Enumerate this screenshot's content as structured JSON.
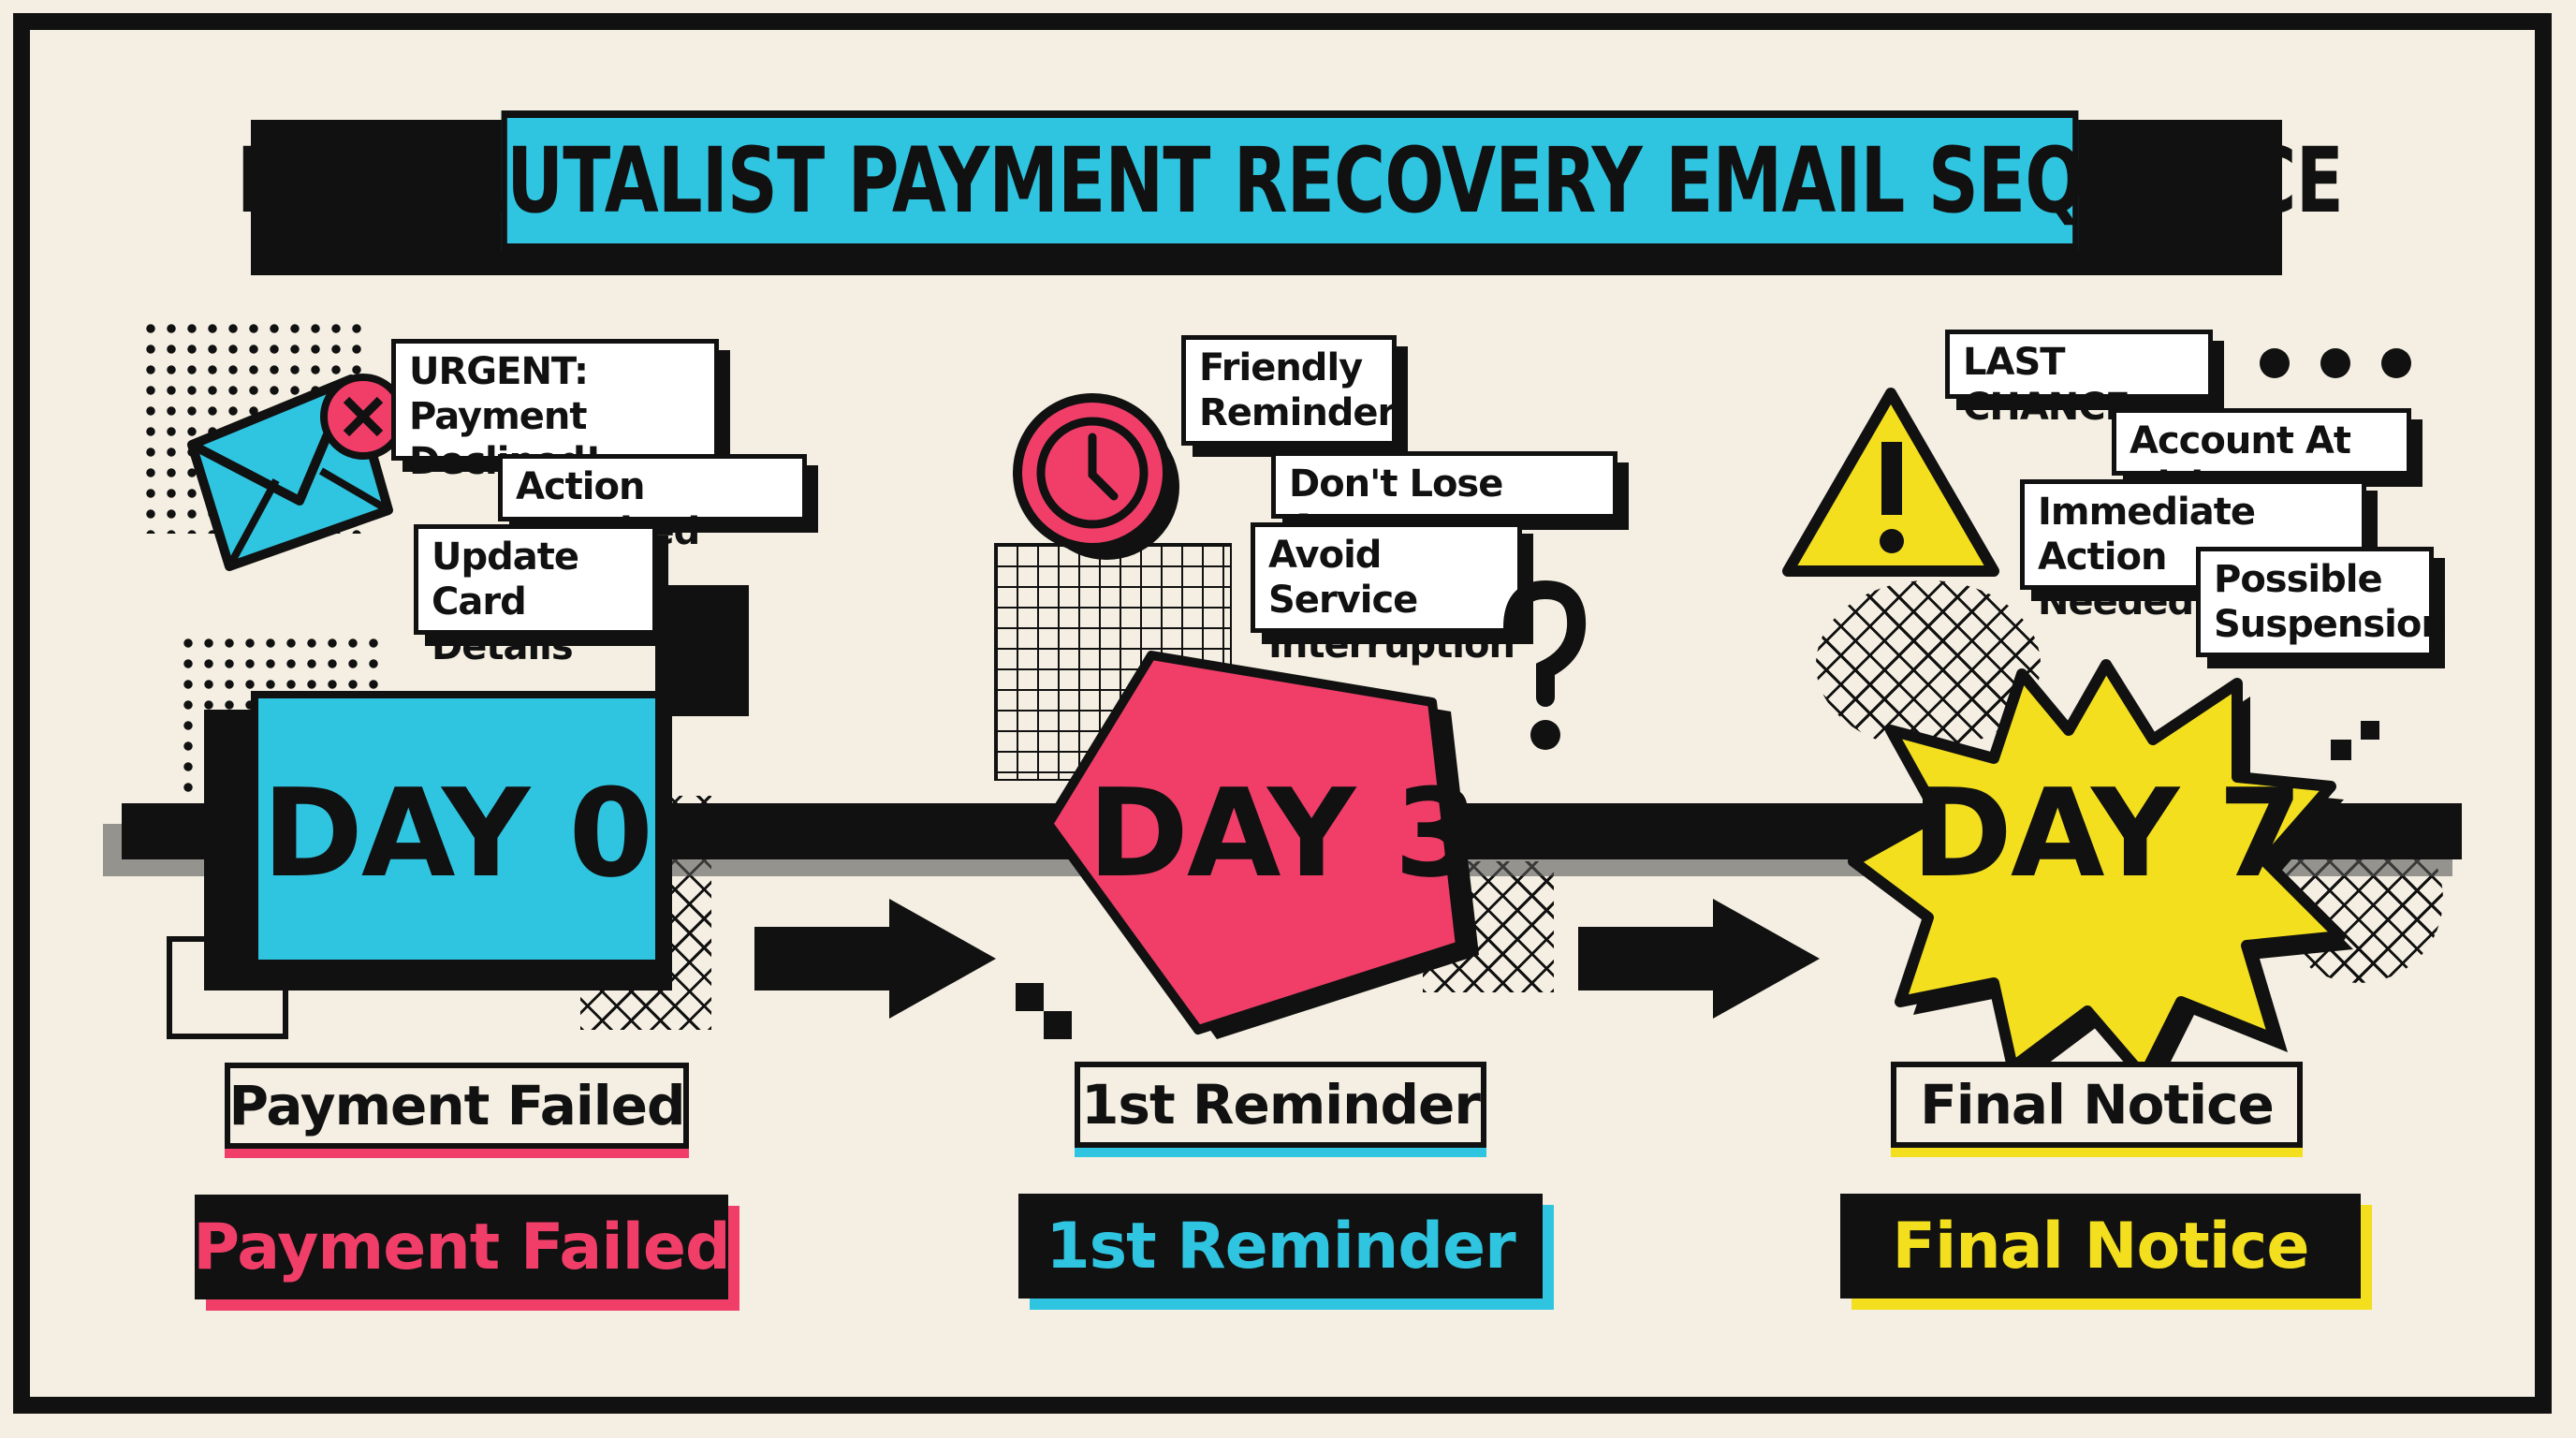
{
  "title": "NEOBRUTALIST PAYMENT RECOVERY EMAIL SEQUENCE",
  "colors": {
    "background": "#f4efe2",
    "cyan": "#2fc4e0",
    "pink": "#f03e68",
    "yellow": "#f3df1e",
    "ink": "#111111"
  },
  "stages": [
    {
      "day": "DAY 0",
      "shape": "rectangle",
      "color": "#2fc4e0",
      "icon": "envelope-with-x-icon",
      "tags": [
        "URGENT: Payment\nDeclined!",
        "Action Required",
        "Update Card\nDetails"
      ],
      "label": "Payment Failed",
      "label_alt": "Payment Failed"
    },
    {
      "day": "DAY 3",
      "shape": "pentagon",
      "color": "#f03e68",
      "icon": "clock-icon",
      "tags": [
        "Friendly\nReminder",
        "Don't Lose Access",
        "Avoid Service\nInterruption"
      ],
      "label": "1st Reminder",
      "label_alt": "1st Reminder"
    },
    {
      "day": "DAY 7",
      "shape": "starburst",
      "color": "#f3df1e",
      "icon": "warning-icon",
      "tags": [
        "LAST CHANCE",
        "Account At Risk",
        "Immediate Action\nNeeded",
        "Possible\nSuspension"
      ],
      "label": "Final Notice",
      "label_alt": "Final Notice"
    }
  ]
}
